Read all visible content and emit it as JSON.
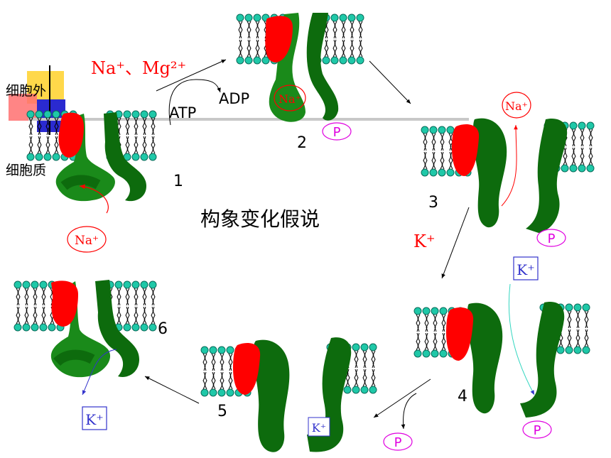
{
  "title": "构象变化假说",
  "labels": {
    "outside": "细胞外",
    "cytoplasm": "细胞质",
    "ions_in": "Na⁺、Mg²⁺",
    "adp": "ADP",
    "atp": "ATP",
    "na": "Na⁺",
    "k_red": "K⁺",
    "k": "K⁺",
    "p": "P"
  },
  "steps": [
    "1",
    "2",
    "3",
    "4",
    "5",
    "6"
  ],
  "colors": {
    "protein_dark": "#0d6b0d",
    "protein_light": "#1a8a1a",
    "red_subunit": "#ff0000",
    "lipid_head": "#1fc8a8",
    "ion_red": "#ff0000",
    "potassium_blue": "#3333cc",
    "phosphate_magenta": "#e000e0"
  }
}
